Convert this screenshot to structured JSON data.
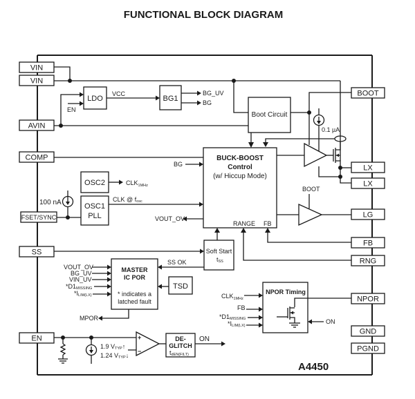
{
  "title": "FUNCTIONAL BLOCK DIAGRAM",
  "part_number": "A4450",
  "pins": {
    "vin1": "VIN",
    "vin2": "VIN",
    "avin": "AVIN",
    "comp": "COMP",
    "fset_sync": "FSET/SYNC",
    "ss": "SS",
    "en": "EN",
    "boot": "BOOT",
    "lx1": "LX",
    "lx2": "LX",
    "lg": "LG",
    "fb": "FB",
    "rng": "RNG",
    "npor": "NPOR",
    "gnd": "GND",
    "pgnd": "PGND"
  },
  "blocks": {
    "ldo": "LDO",
    "bg1": "BG1",
    "boot_circuit": "Boot Circuit",
    "buck_boost_line1": "BUCK-BOOST",
    "buck_boost_line2": "Control",
    "buck_boost_line3": "(w/ Hiccup Mode)",
    "osc2": "OSC2",
    "osc1_line1": "OSC1",
    "osc1_line2": "PLL",
    "soft_start_line1": "Soft Start",
    "soft_start_t": "t",
    "soft_start_sub": "SS",
    "master_por_line1": "MASTER",
    "master_por_line2": "IC POR",
    "master_por_note1": "* indicates a",
    "master_por_note2": "latched fault",
    "tsd": "TSD",
    "npor_timing": "NPOR Timing",
    "deglitch_line1": "DE-",
    "deglitch_line2": "GLITCH",
    "deglitch_t": "t",
    "deglitch_sub": "dEN(FILT)"
  },
  "signals": {
    "vcc": "VCC",
    "en_ldo": "EN",
    "bg_uv": "BG_UV",
    "bg": "BG",
    "bg_in": "BG",
    "clk_1mhz": "CLK",
    "clk_1mhz_sub": "1MHz",
    "clk_fosc": "CLK @ f",
    "clk_fosc_sub": "osc",
    "vout_ov_out": "VOUT_OV",
    "current_100na": "100 nA",
    "current_01ua": "0.1 µA",
    "range": "RANGE",
    "fb_in": "FB",
    "boot_lg": "BOOT",
    "ss_ok": "SS OK",
    "mpor": "MPOR",
    "on_out": "ON",
    "on_in": "ON",
    "por_in_vout_ov": "VOUT_OV",
    "por_in_bg_uv": "BG_UV",
    "por_in_vin_uv": "VIN_UV",
    "por_in_d1": "*D1",
    "por_in_d1_sub": "MISSING",
    "por_in_ilim": "*I",
    "por_in_ilim_sub": "LIM(LX)",
    "npor_in_clk": "CLK",
    "npor_in_clk_sub": "1MHz",
    "npor_in_fb": "FB",
    "npor_in_d1": "*D1",
    "npor_in_d1_sub": "MISSING",
    "npor_in_ilim": "*I",
    "npor_in_ilim_sub": "LIM(LX)",
    "en_rise": "1.9 V",
    "en_rise_sub": "TYP",
    "en_rise_arrow": "↑",
    "en_fall": "1.24 V",
    "en_fall_sub": "TYP",
    "en_fall_arrow": "↓",
    "comp_plus": "+",
    "comp_minus": "−"
  }
}
